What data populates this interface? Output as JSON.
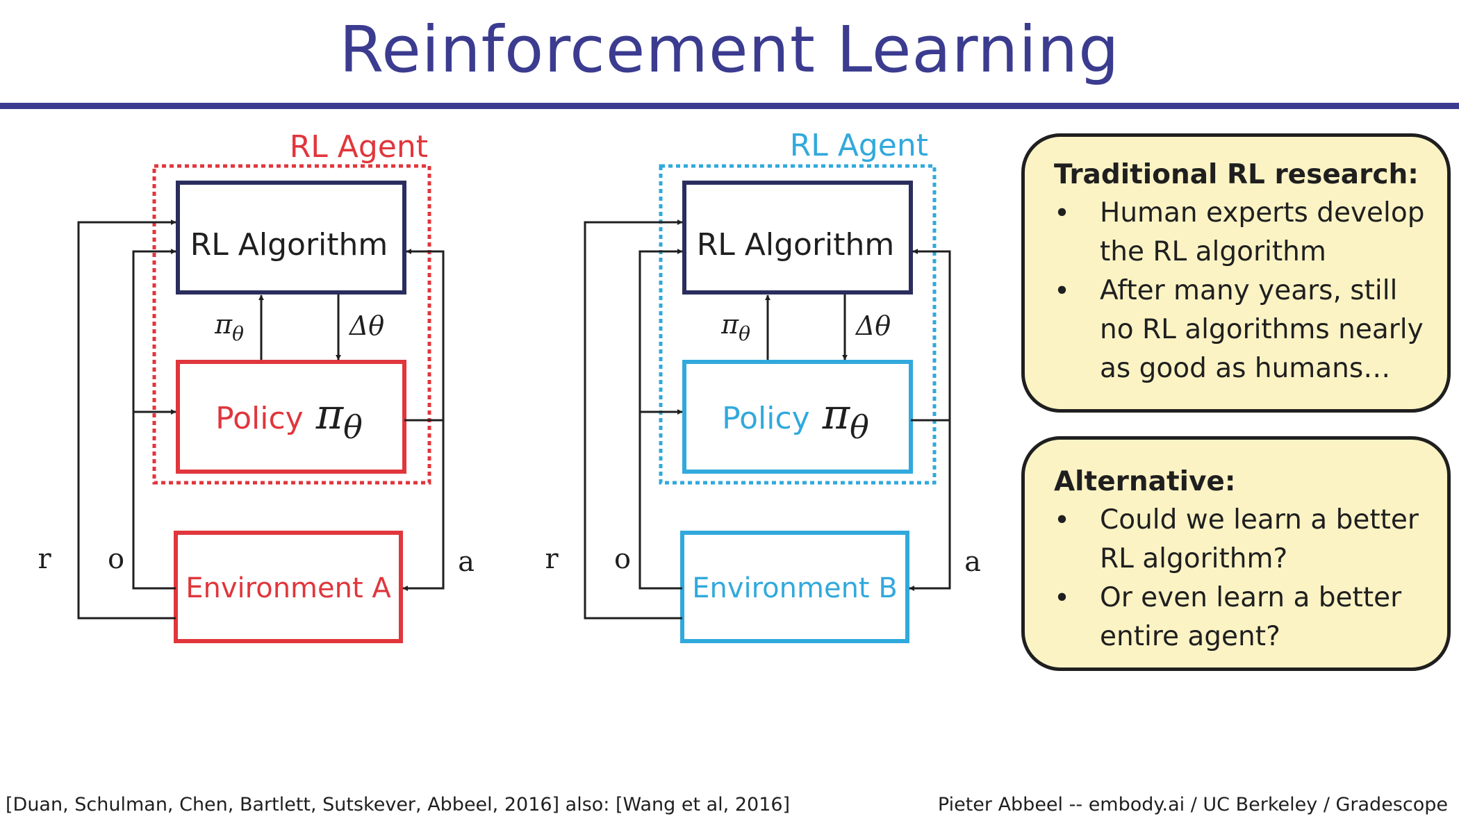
{
  "slide": {
    "title": "Reinforcement Learning"
  },
  "colors": {
    "title": "#3b3c8f",
    "red": "#e0363c",
    "blue": "#31a9dc",
    "navy": "#2b2d5e",
    "callout_bg": "#fbf3c4"
  },
  "diagram_a": {
    "agent_label": "RL Agent",
    "algorithm_label": "RL Algorithm",
    "policy_label": "Policy",
    "policy_symbol": "π",
    "policy_sub": "θ",
    "pi_theta": "π",
    "pi_theta_sub": "θ",
    "delta_theta": "Δθ",
    "environment_label": "Environment A",
    "r_label": "r",
    "o_label": "o",
    "a_label": "a"
  },
  "diagram_b": {
    "agent_label": "RL Agent",
    "algorithm_label": "RL Algorithm",
    "policy_label": "Policy",
    "policy_symbol": "π",
    "policy_sub": "θ",
    "pi_theta": "π",
    "pi_theta_sub": "θ",
    "delta_theta": "Δθ",
    "environment_label": "Environment B",
    "r_label": "r",
    "o_label": "o",
    "a_label": "a"
  },
  "callout_traditional": {
    "heading": "Traditional RL research:",
    "bullet_glyph": "•",
    "bullet1_line1": "Human experts develop",
    "bullet1_line2": "the RL algorithm",
    "bullet2_line1": "After many years, still",
    "bullet2_line2": "no RL algorithms nearly",
    "bullet2_line3": "as good as humans…"
  },
  "callout_alternative": {
    "heading": "Alternative:",
    "bullet_glyph": "•",
    "bullet1_line1": "Could we learn a better",
    "bullet1_line2": "RL algorithm?",
    "bullet2_line1": "Or even learn a better",
    "bullet2_line2": "entire agent?"
  },
  "footer": {
    "citation": "[Duan, Schulman, Chen, Bartlett, Sutskever, Abbeel, 2016]  also: [Wang et al, 2016]",
    "credit": "Pieter Abbeel -- embody.ai / UC Berkeley / Gradescope"
  }
}
